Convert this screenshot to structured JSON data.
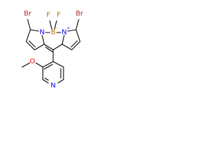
{
  "molecule": {
    "atoms": {
      "br_left": "Br",
      "br_right": "Br",
      "f_left": "F",
      "f_right": "F",
      "n_left": "N",
      "b_center": "B",
      "n_right": "N",
      "b_charge": "-",
      "n_charge": "+",
      "o_methoxy": "O",
      "n_pyridine": "N"
    },
    "colors": {
      "bromine": "#a52a2a",
      "fluorine": "#b38000",
      "nitrogen": "#0000ff",
      "boron": "#c86400",
      "oxygen": "#ff0000",
      "bond": "#000000"
    }
  }
}
